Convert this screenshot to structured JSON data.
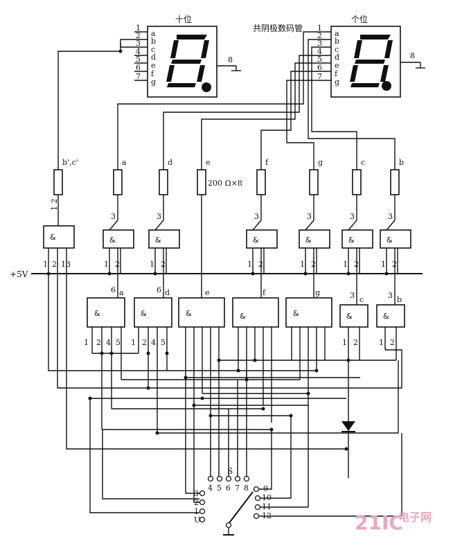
{
  "displays": {
    "tens_label": "十位",
    "ones_label": "个位",
    "common_label": "共阴极数码管",
    "pin_numbers": [
      "1",
      "2",
      "3",
      "4",
      "5",
      "6",
      "7"
    ],
    "seg_letters": [
      "a",
      "b",
      "c",
      "d",
      "e",
      "f",
      "g"
    ],
    "gnd_pin": "8"
  },
  "resistors": {
    "labels": [
      "b',c'",
      "a",
      "d",
      "e",
      "f",
      "g",
      "c",
      "b"
    ],
    "value_label": "200 Ω×8",
    "tens_pins": "1 2"
  },
  "power": {
    "label": "+5V"
  },
  "gate_symbol": "&",
  "upper_gates": {
    "out_pin": "3",
    "in_pins": [
      "1",
      "2"
    ],
    "first_in_pins": [
      "1",
      "2",
      "13"
    ]
  },
  "lower_gates": {
    "labels": [
      "a",
      "d",
      "e",
      "f",
      "g",
      "c",
      "b"
    ],
    "out_pin": "6",
    "in_pins_4": [
      "1",
      "2",
      "4",
      "5"
    ],
    "out_pin_small": "3",
    "in_pins_2": [
      "1",
      "2"
    ]
  },
  "switch": {
    "label": "S",
    "left_pins": [
      "3",
      "2",
      "1",
      "U"
    ],
    "bottom_pins": [
      "4",
      "5",
      "6",
      "7",
      "8"
    ],
    "right_pins": [
      "9",
      "10",
      "11",
      "12"
    ]
  },
  "watermark": {
    "brand": "21IC",
    "text": "电子网"
  }
}
